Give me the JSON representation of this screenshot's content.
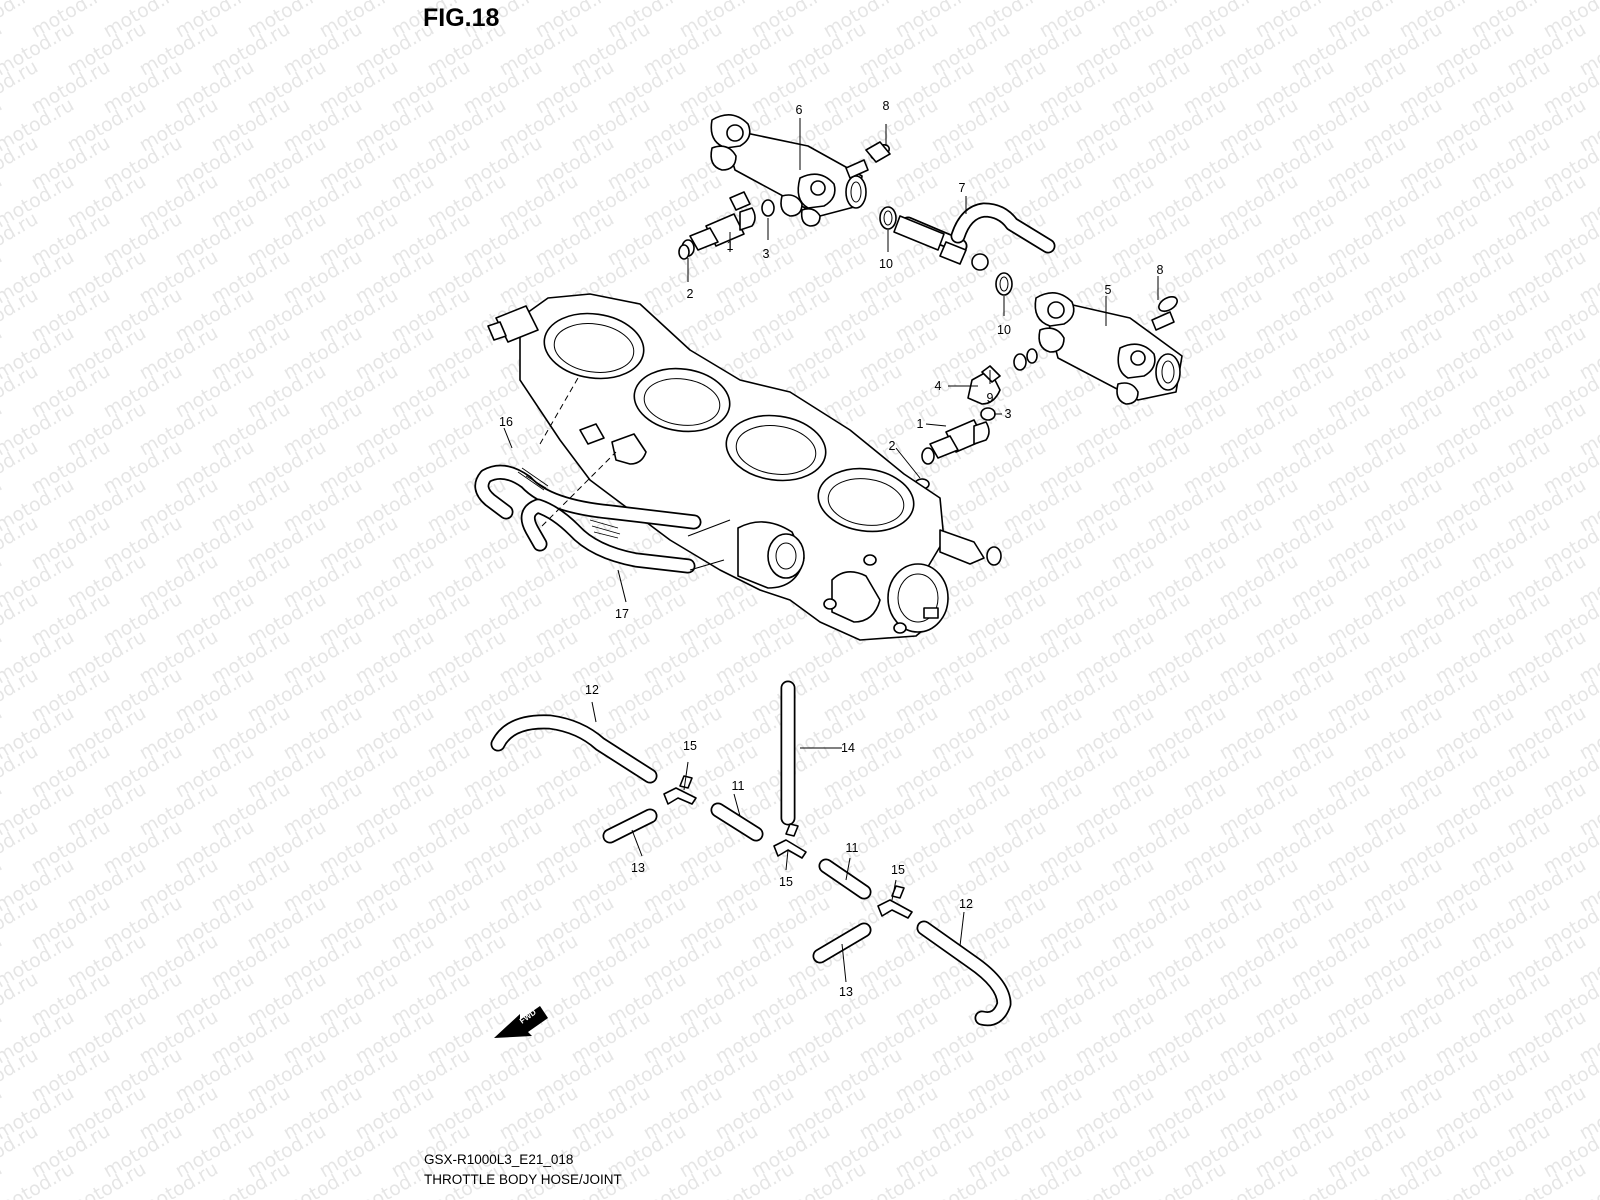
{
  "figure": {
    "title": "FIG.18",
    "diagram_code": "GSX-R1000L3_E21_018",
    "diagram_name": "THROTTLE BODY HOSE/JOINT"
  },
  "watermark": "motod.ru",
  "fwd_label": "FWD",
  "callouts": {
    "c1a": "1",
    "c2a": "2",
    "c3a": "3",
    "c6": "6",
    "c8a": "8",
    "c7": "7",
    "c10a": "10",
    "c10b": "10",
    "c5": "5",
    "c8b": "8",
    "c4": "4",
    "c9": "9",
    "c1b": "1",
    "c3b": "3",
    "c2b": "2",
    "c16": "16",
    "c17": "17",
    "c12a": "12",
    "c14": "14",
    "c15a": "15",
    "c11a": "11",
    "c13a": "13",
    "c15b": "15",
    "c11b": "11",
    "c15c": "15",
    "c12b": "12",
    "c13b": "13"
  }
}
